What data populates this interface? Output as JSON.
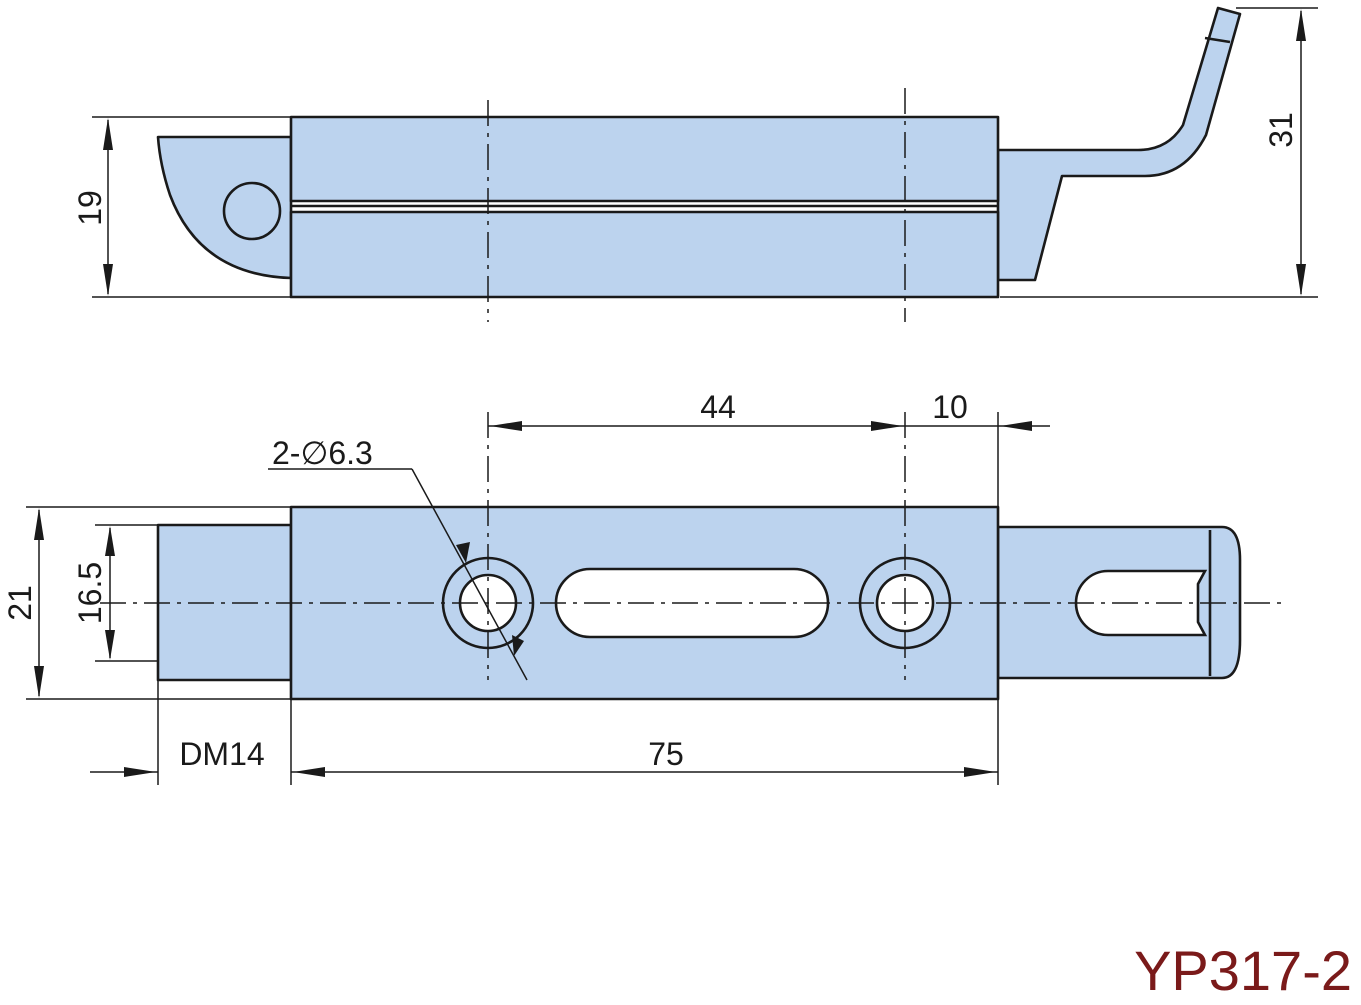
{
  "diagram": {
    "model": "YP317-2",
    "dimensions": {
      "side_height": "19",
      "total_height": "31",
      "hole_spacing": "44",
      "end_offset": "10",
      "hole_callout": "2-∅6.3",
      "width": "21",
      "inner_width": "16.5",
      "thread": "DM14",
      "body_length": "75"
    }
  }
}
